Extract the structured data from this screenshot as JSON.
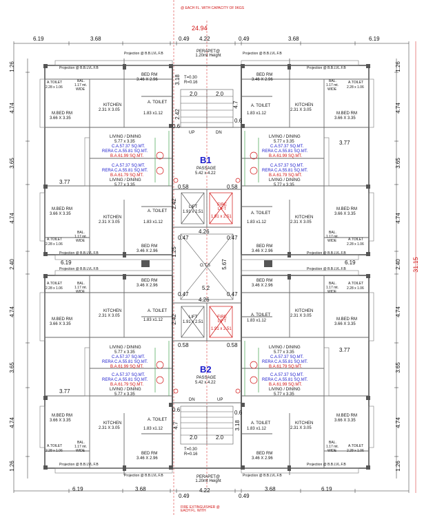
{
  "top": {
    "note": "@ EACH FL. WITH CAPACITY OF 9KGS",
    "overall_width": "24.94",
    "seg": [
      "6.19",
      "3.68",
      "0.49",
      "4.22",
      "0.49",
      "3.68",
      "6.19"
    ],
    "parapet": "PERAPET@ 1.20mt Height"
  },
  "bottom": {
    "note": "FIRE EXTINGUISHER @ EACH FL. WITH",
    "seg": [
      "6.19",
      "3.68",
      "0.49",
      "4.22",
      "0.49",
      "3.68",
      "6.19"
    ],
    "parapet": "PERAPET@ 1.20mt Height"
  },
  "left_dims": [
    "1.26",
    "4.74",
    "3.65",
    "4.74",
    "2.40",
    "4.74",
    "3.65",
    "4.74",
    "1.26"
  ],
  "right_dims": [
    "1.26",
    "4.74",
    "3.65",
    "4.74",
    "2.40",
    "4.74",
    "3.65",
    "4.74",
    "1.26"
  ],
  "overall_height": "31.15",
  "rooms": {
    "projection": "Projection @ B.B.LVL.F.B",
    "bed_rm": "BED RM",
    "bed_rm_size": "3.46 X 2.96",
    "mbed_rm": "M.BED RM",
    "mbed_rm_size": "3.66 X 3.35",
    "kitchen": "KITCHEN",
    "kitchen_size": "2.31 X 3.05",
    "toilet": "A. TOILET",
    "toilet_size": "1.83 x1.12",
    "atoilet": "A.TOILET",
    "atoilet_size": "2.28 x 1.06",
    "bal": "BAL.",
    "bal_size": "1.17 mt.",
    "bal_wide": "WIDE",
    "living": "LIVING / DINING",
    "living_size": "5.77 x 3.35",
    "ca": "C.A.57.37 SQ.MT.",
    "rera": "RERA C.A.55.81 SQ.MT.",
    "ba": "B.A.61.99 SQ.MT.",
    "ba_alt": "B.A.61.79 SQ.MT.",
    "passage": "PASSAGE",
    "passage_size": "5.42 x 4.22",
    "lift": "LIFT",
    "lift_size": "1.91 x 2.51",
    "fire_lift": "FIRE LIFT",
    "ots": "O.T.S",
    "stair_t": "T=0.30",
    "stair_r": "R=0.16",
    "up": "UP",
    "dn": "DN"
  },
  "blocks": [
    "B1",
    "B2"
  ],
  "inner_dims": {
    "d_0_6": "0.6",
    "d_0_58": "0.58",
    "d_2_42": "2.42",
    "d_0_47": "0.47",
    "d_4_26": "4.26",
    "d_5_2": "5.2",
    "d_5_67": "5.67",
    "d_2_0": "2.0",
    "d_3_18": "3.18",
    "d_4_7": "4.7",
    "d_3_77": "3.77",
    "d_1_25": "1.25"
  },
  "colors": {
    "wall": "#555555",
    "red": "#d01010",
    "blue": "#1a1acc",
    "green": "#3fa34d"
  }
}
